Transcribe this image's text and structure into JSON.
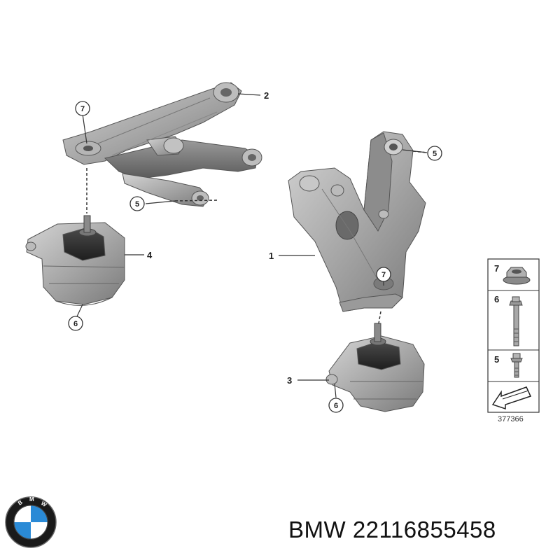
{
  "callouts": {
    "part1": "1",
    "part2": "2",
    "part3": "3",
    "part4": "4",
    "bracket_nut": "7",
    "bracket_bolt": "5",
    "mount_left_bolt": "6",
    "arm_nut": "7",
    "arm_bolt": "5",
    "mount_right_bolt": "6"
  },
  "legend": {
    "items": [
      {
        "num": "7",
        "icon": "flange-nut-icon"
      },
      {
        "num": "6",
        "icon": "long-bolt-icon"
      },
      {
        "num": "5",
        "icon": "short-bolt-icon"
      }
    ],
    "arrow_icon": "direction-arrow-icon",
    "diagram_number": "377366"
  },
  "caption": {
    "brand": "BMW",
    "part_number": "22116855458"
  },
  "logo": {
    "letters": "BMW",
    "colors": {
      "blue": "#2a8ad6",
      "white": "#ffffff",
      "ring": "#1a1a1a"
    }
  }
}
